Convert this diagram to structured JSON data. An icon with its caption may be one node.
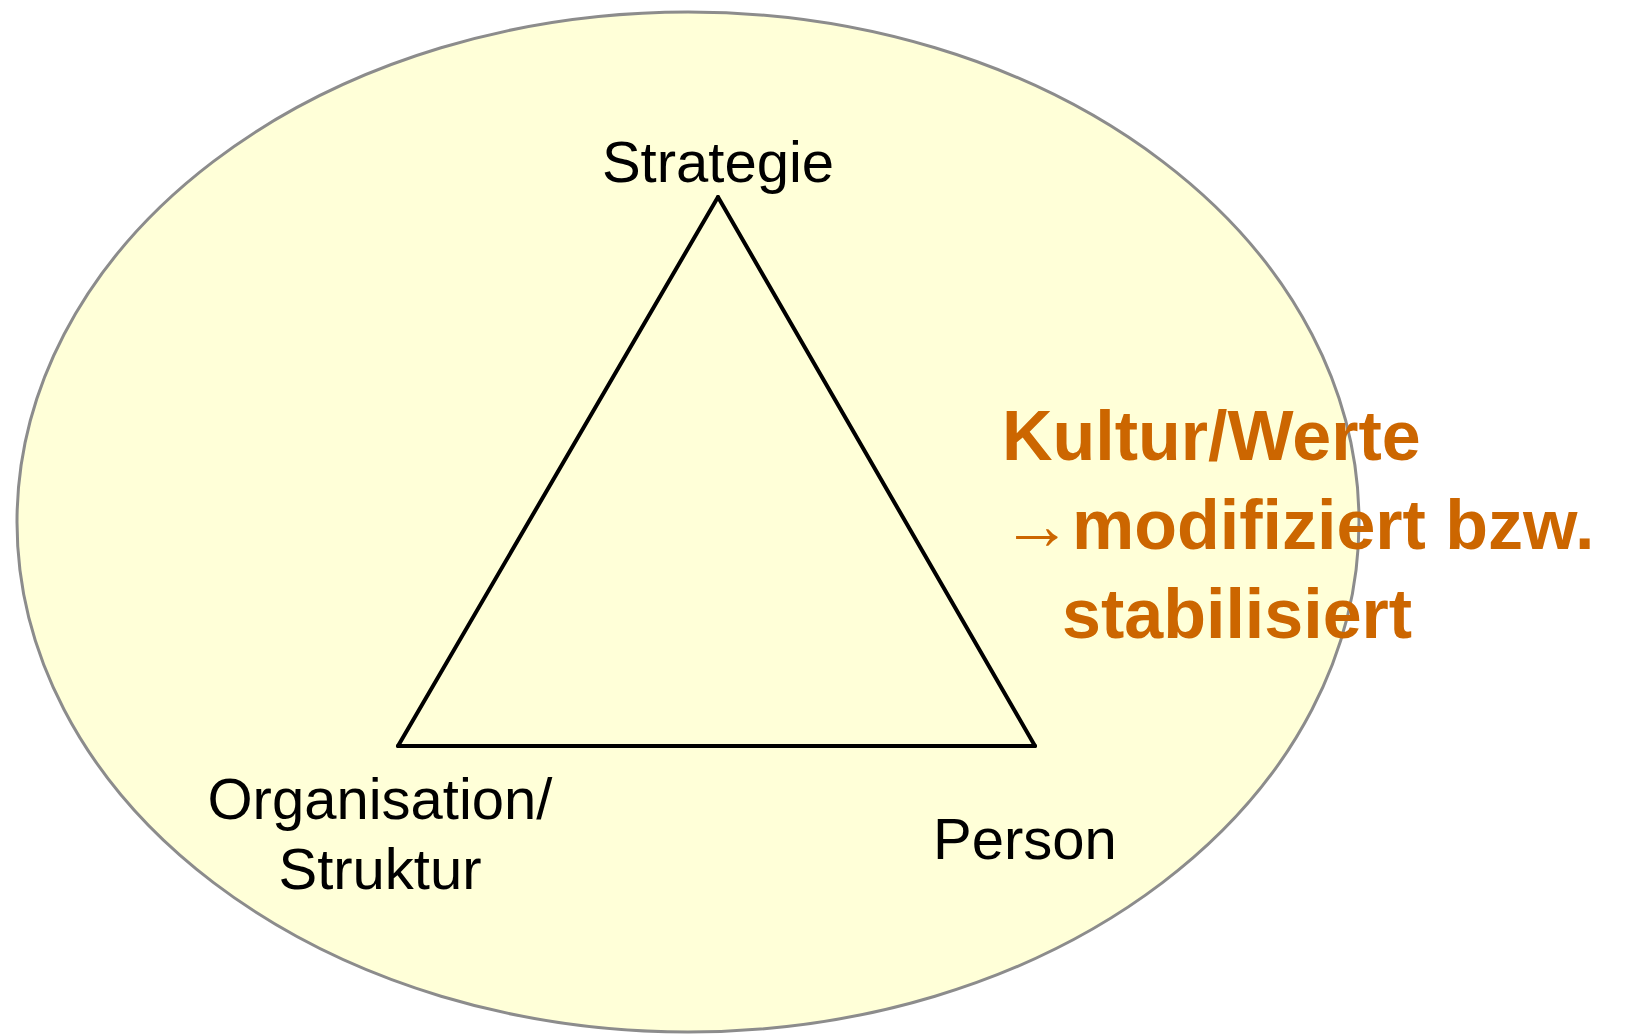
{
  "diagram": {
    "nodes": [
      {
        "text": [],
        "shape": "ellipse"
      },
      {
        "text": [
          "Strategie"
        ],
        "in": 0
      },
      {
        "text": [
          "Organisation/ Struktur"
        ],
        "in": 0
      },
      {
        "text": [
          "Person"
        ],
        "in": 0
      }
    ],
    "edges": [
      {
        "from": 1,
        "to": 2,
        "arrow": "none"
      },
      {
        "from": 2,
        "to": 3,
        "arrow": "none"
      },
      {
        "from": 3,
        "to": 1,
        "arrow": "none"
      }
    ],
    "labels": [
      "Kultur/Werte",
      "→modifiziert bzw. stabilisiert"
    ]
  }
}
